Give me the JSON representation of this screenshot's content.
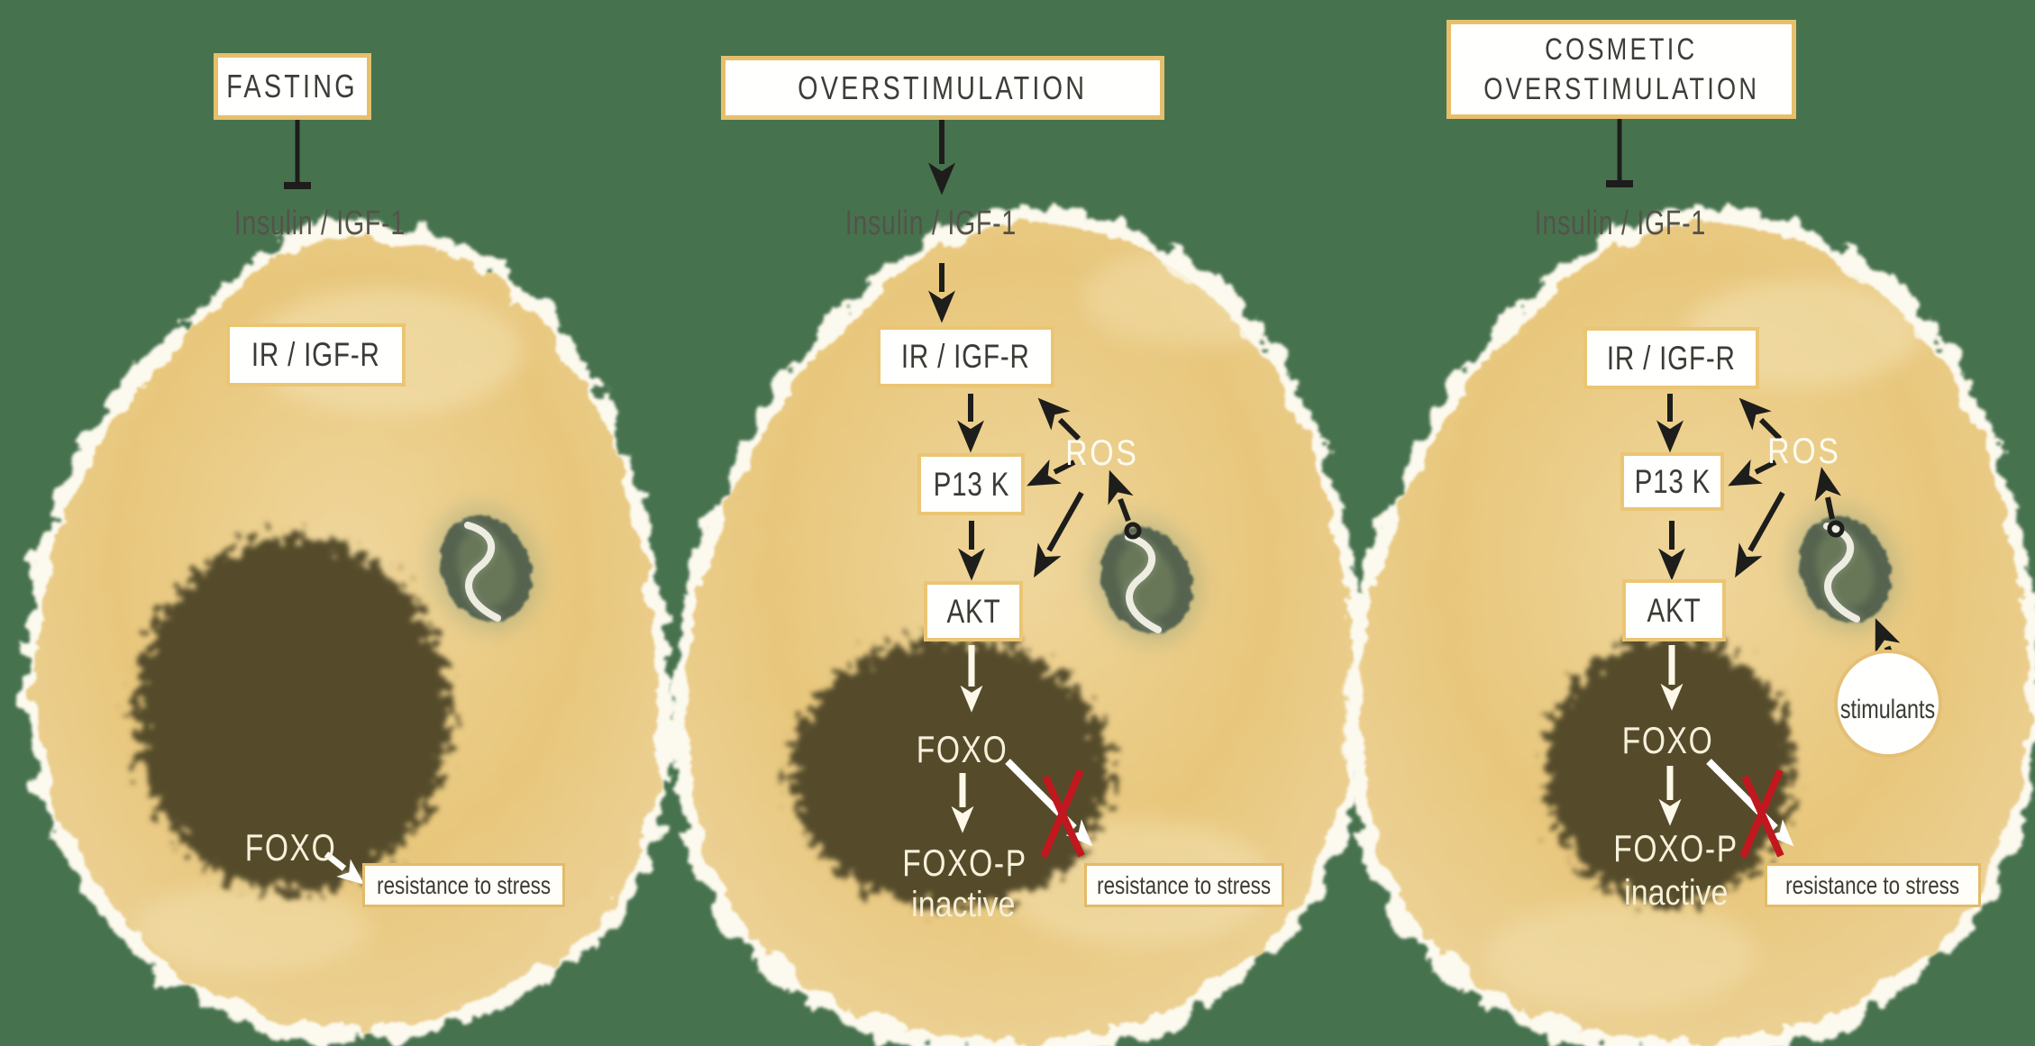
{
  "colors": {
    "background": "#47724e",
    "cell_fill": "#e9c87e",
    "cell_fringe": "#fdf9ee",
    "nucleus": "#544b2c",
    "mitochondrion": "#556550",
    "box_border": "#e6bf6c",
    "arrow_black": "#1d1d1b",
    "arrow_white": "#ffffff",
    "label_cream": "#f6efd9",
    "text_dark": "#3e3e38",
    "blocked_x_red": "#c2171e"
  },
  "panels": [
    {
      "title": "FASTING",
      "ligand": "Insulin / IGF-1",
      "receptor": "IR / IGF-R",
      "foxo": "FOXO",
      "outcome": "resistance to stress"
    },
    {
      "title": "OVERSTIMULATION",
      "ligand": "Insulin / IGF-1",
      "receptor": "IR / IGF-R",
      "kinase1": "P13 K",
      "kinase2": "AKT",
      "ros": "ROS",
      "foxo": "FOXO",
      "foxo_p": "FOXO-P",
      "state": "inactive",
      "outcome": "resistance to stress"
    },
    {
      "title_line1": "COSMETIC",
      "title_line2": "OVERSTIMULATION",
      "ligand": "Insulin / IGF-1",
      "receptor": "IR / IGF-R",
      "kinase1": "P13 K",
      "kinase2": "AKT",
      "ros": "ROS",
      "foxo": "FOXO",
      "foxo_p": "FOXO-P",
      "state": "inactive",
      "outcome": "resistance to stress",
      "stimulants": "stimulants"
    }
  ]
}
